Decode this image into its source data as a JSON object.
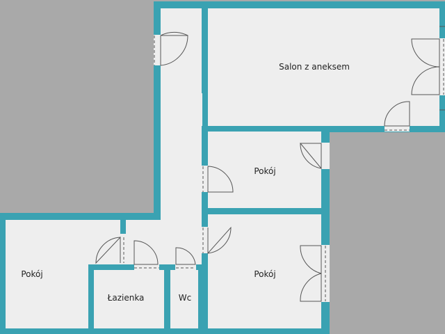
{
  "colors": {
    "background": "#a9a9a9",
    "floor": "#eeeeee",
    "wall": "#3aa2b2",
    "door_line": "#555555",
    "label": "#222222"
  },
  "rooms": [
    {
      "id": "salon",
      "label": "Salon z aneksem"
    },
    {
      "id": "pokoj_mid",
      "label": "Pokój"
    },
    {
      "id": "pokoj_lower",
      "label": "Pokój"
    },
    {
      "id": "pokoj_left",
      "label": "Pokój"
    },
    {
      "id": "lazienka",
      "label": "Łazienka"
    },
    {
      "id": "wc",
      "label": "Wc"
    }
  ]
}
